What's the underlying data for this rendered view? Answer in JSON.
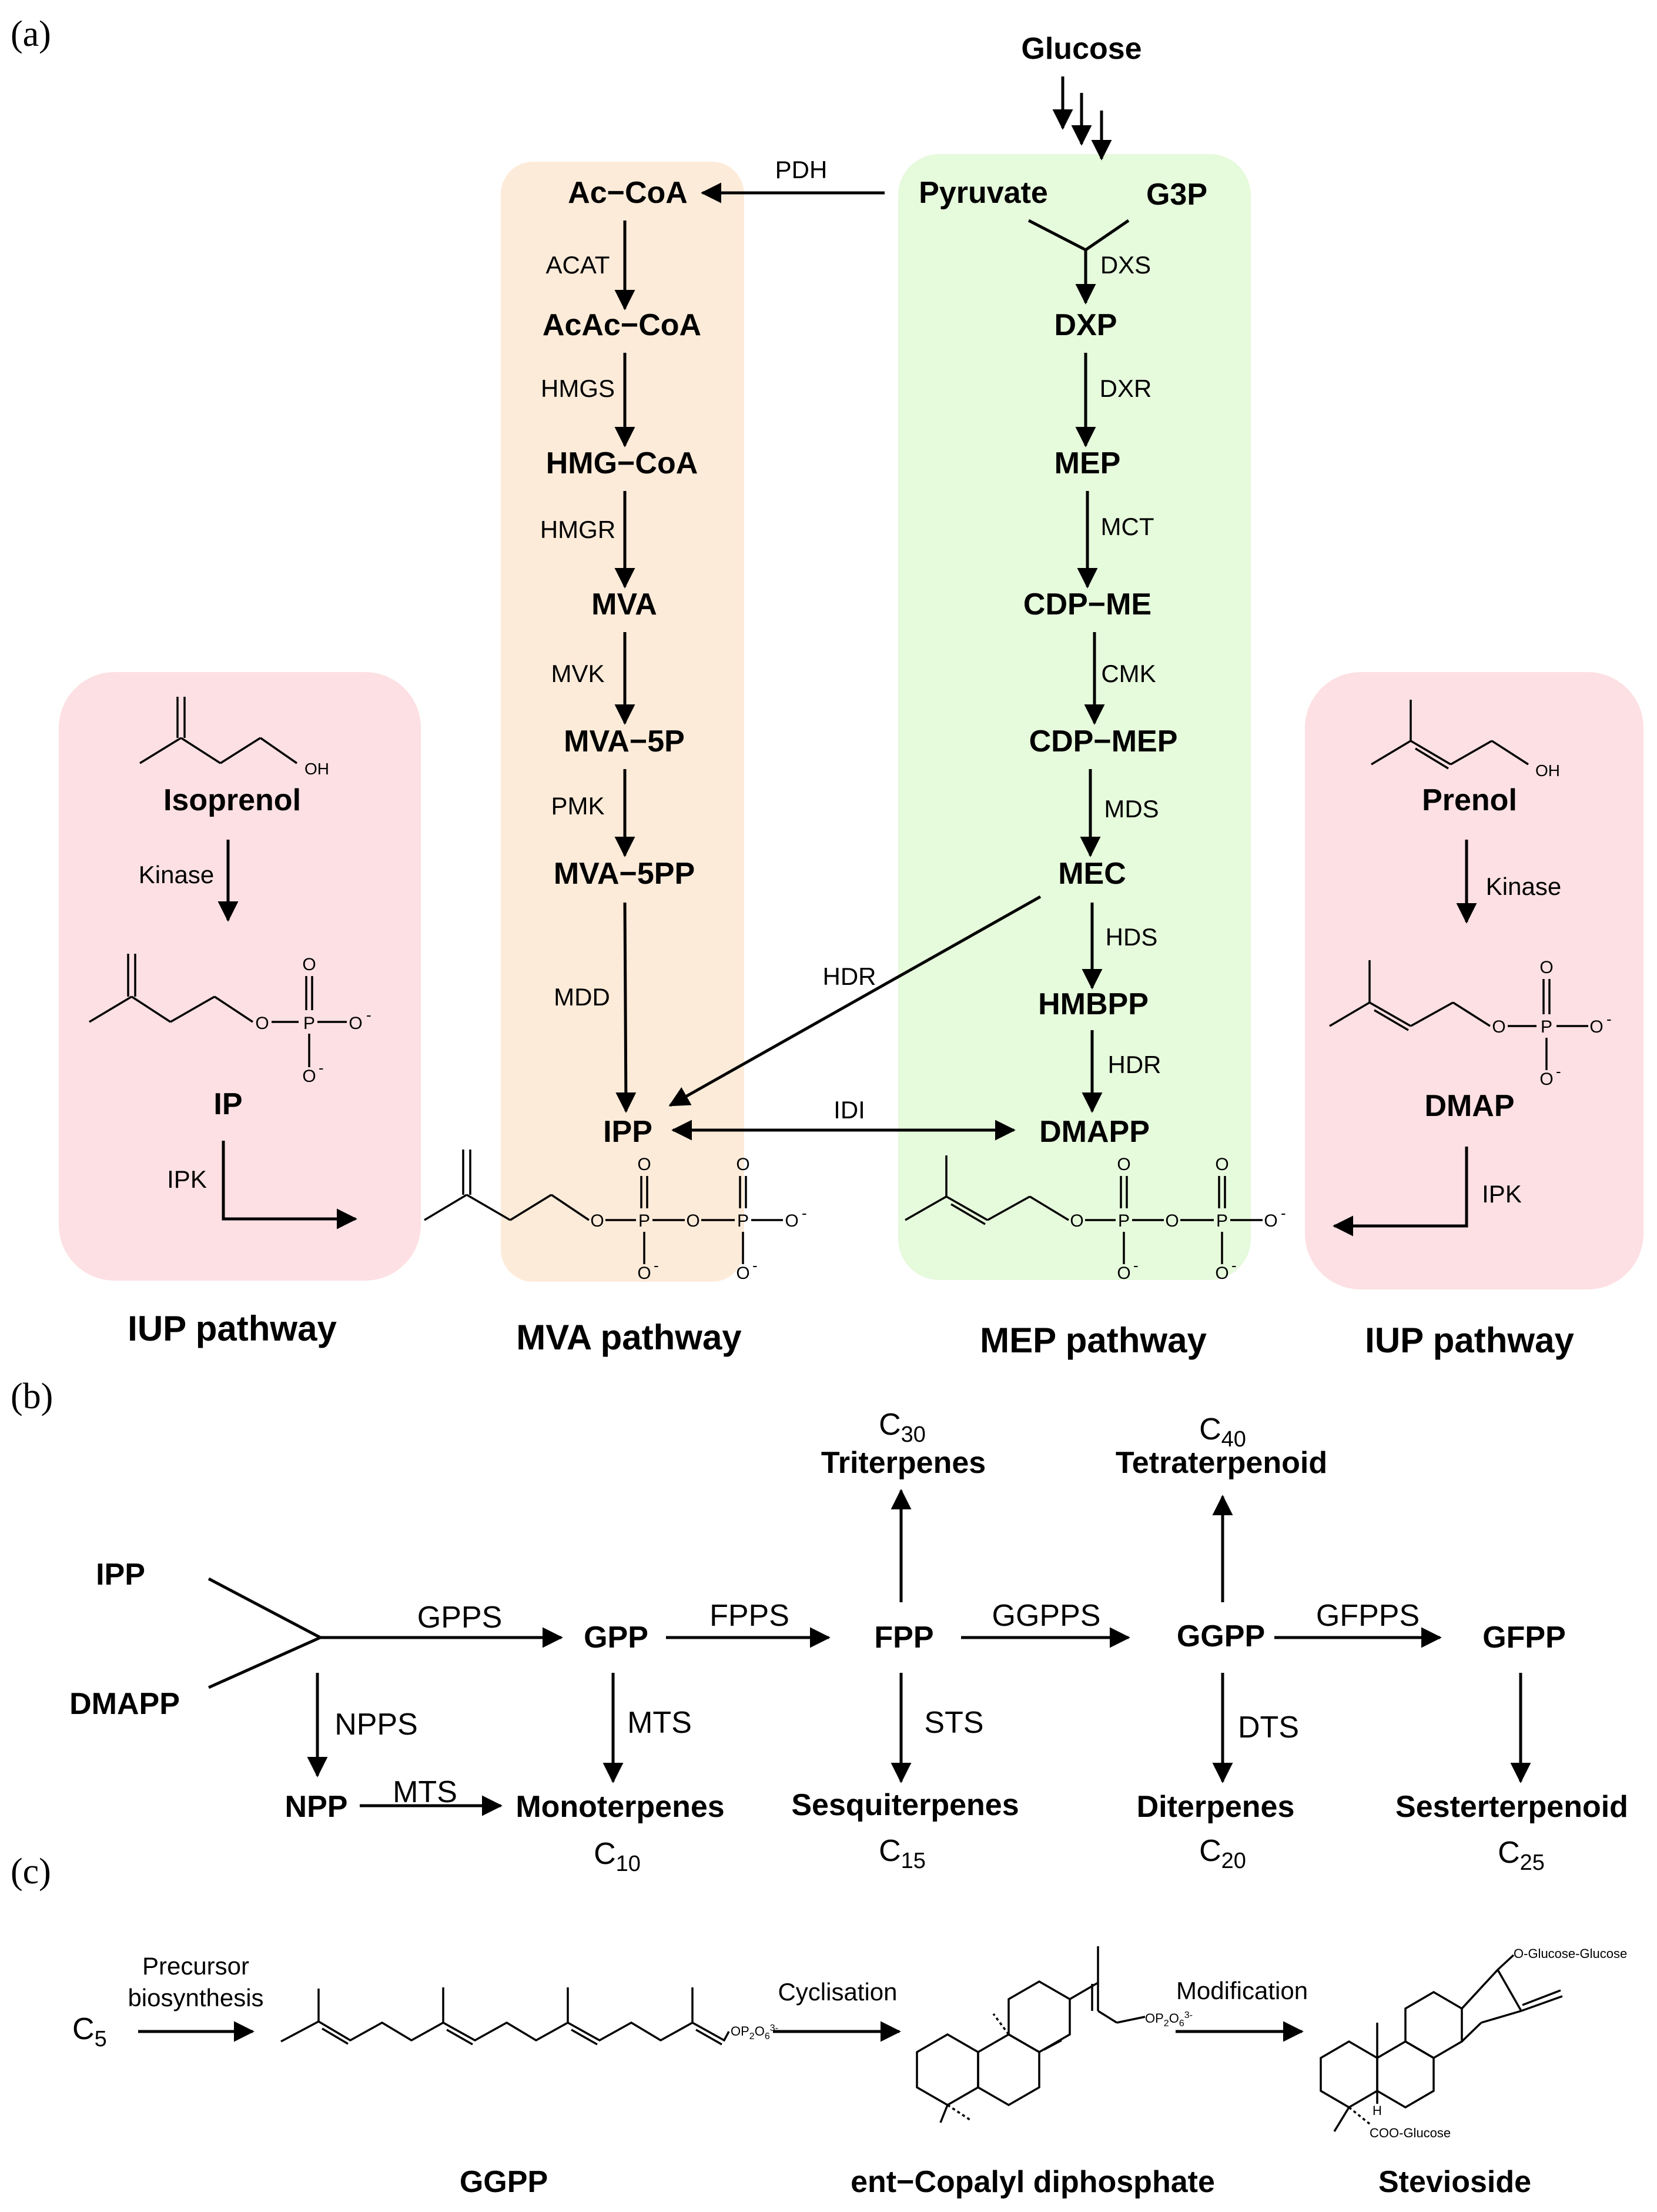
{
  "panels": {
    "a": "(a)",
    "b": "(b)",
    "c": "(c)"
  },
  "colors": {
    "mva_box": "#fdebd9",
    "mep_box": "#e6fadc",
    "iup_box": "#fde0e3",
    "ink": "#000000"
  },
  "a": {
    "glucose": "Glucose",
    "pdh": "PDH",
    "mva": {
      "nodes": [
        "Ac−CoA",
        "AcAc−CoA",
        "HMG−CoA",
        "MVA",
        "MVA−5P",
        "MVA−5PP",
        "IPP"
      ],
      "enzymes": [
        "ACAT",
        "HMGS",
        "HMGR",
        "MVK",
        "PMK",
        "MDD"
      ]
    },
    "mep": {
      "pyruvate": "Pyruvate",
      "g3p": "G3P",
      "nodes": [
        "DXP",
        "MEP",
        "CDP−ME",
        "CDP−MEP",
        "MEC",
        "HMBPP",
        "DMAPP"
      ],
      "enzymes": [
        "DXS",
        "DXR",
        "MCT",
        "CMK",
        "MDS",
        "HDS",
        "HDR"
      ]
    },
    "hdr_side": "HDR",
    "idi": "IDI",
    "iup_left": {
      "alcohol": "Isoprenol",
      "kinase": "Kinase",
      "phosphate": "IP",
      "ipk": "IPK"
    },
    "iup_right": {
      "alcohol": "Prenol",
      "kinase": "Kinase",
      "phosphate": "DMAP",
      "ipk": "IPK"
    },
    "chem": {
      "oh": "OH",
      "o": "O",
      "p": "P",
      "o_minus": "O",
      "minus": "-"
    },
    "pathway_labels": [
      "IUP pathway",
      "MVA pathway",
      "MEP pathway",
      "IUP pathway"
    ]
  },
  "b": {
    "ipp": "IPP",
    "dmapp": "DMAPP",
    "gpps": "GPPS",
    "gpp": "GPP",
    "fpps": "FPPS",
    "fpp": "FPP",
    "ggpps": "GGPPS",
    "ggpp": "GGPP",
    "gfpps": "GFPPS",
    "gfpp": "GFPP",
    "npps": "NPPS",
    "npp": "NPP",
    "mts": "MTS",
    "mts2": "MTS",
    "sts": "STS",
    "dts": "DTS",
    "monoterpenes": "Monoterpenes",
    "sesquiterpenes": "Sesquiterpenes",
    "diterpenes": "Diterpenes",
    "sesterterpenoid": "Sesterterpenoid",
    "triterpenes": "Triterpenes",
    "tetraterpenoid": "Tetraterpenoid",
    "carbon": "C",
    "c10": "10",
    "c15": "15",
    "c20": "20",
    "c25": "25",
    "c30": "30",
    "c40": "40"
  },
  "c": {
    "c": "C",
    "c5": "5",
    "precursor_1": "Precursor",
    "precursor_2": "biosynthesis",
    "cyclisation": "Cyclisation",
    "modification": "Modification",
    "opp": "OP",
    "opp_2": "2",
    "opp_o": "O",
    "opp_6": "6",
    "opp_3": "3-",
    "glu_top": "O-Glucose-Glucose",
    "glu_bottom": "COO-Glucose",
    "h": "H",
    "ggpp": "GGPP",
    "copalyl": "ent−Copalyl diphosphate",
    "stevioside": "Stevioside"
  }
}
